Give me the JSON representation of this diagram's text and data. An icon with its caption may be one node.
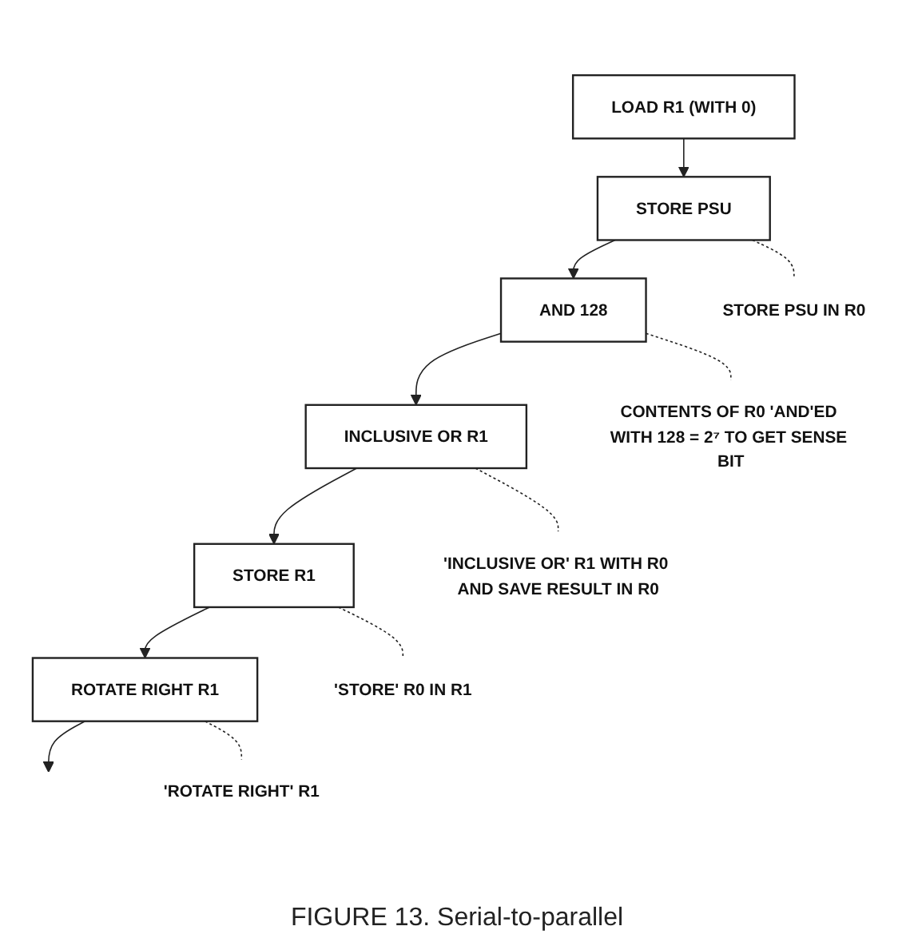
{
  "diagram": {
    "caption": "FIGURE 13. Serial-to-parallel",
    "nodes": [
      {
        "text": [
          "LOAD R1 (WITH 0)"
        ]
      },
      {
        "text": [
          "STORE PSU"
        ]
      },
      {
        "text": [
          "AND 128"
        ]
      },
      {
        "text": [
          "INCLUSIVE OR R1"
        ]
      },
      {
        "text": [
          "STORE R1"
        ]
      },
      {
        "text": [
          "ROTATE RIGHT R1"
        ]
      },
      {
        "text": [
          "STORE PSU IN R0"
        ]
      },
      {
        "text": [
          "CONTENTS OF R0 'AND'ED WITH 128 = 2⁷ TO GET SENSE BIT"
        ]
      },
      {
        "text": [
          "'INCLUSIVE OR' R1 WITH R0 AND SAVE RESULT IN R0"
        ]
      },
      {
        "text": [
          "'STORE' R0 IN R1"
        ]
      },
      {
        "text": [
          "'ROTATE RIGHT' R1"
        ]
      }
    ],
    "edges": [
      {
        "from": 0,
        "to": 1,
        "arrow": "to"
      },
      {
        "from": 1,
        "to": 2,
        "arrow": "to"
      },
      {
        "from": 2,
        "to": 3,
        "arrow": "to"
      },
      {
        "from": 3,
        "to": 4,
        "arrow": "to"
      },
      {
        "from": 4,
        "to": 5,
        "arrow": "to"
      },
      {
        "from": 5,
        "to": null,
        "arrow": "to"
      },
      {
        "from": 1,
        "to": 6,
        "arrow": "none",
        "style": "dashed"
      },
      {
        "from": 2,
        "to": 7,
        "arrow": "none",
        "style": "dashed"
      },
      {
        "from": 3,
        "to": 8,
        "arrow": "none",
        "style": "dashed"
      },
      {
        "from": 4,
        "to": 9,
        "arrow": "none",
        "style": "dashed"
      },
      {
        "from": 5,
        "to": 10,
        "arrow": "none",
        "style": "dashed"
      }
    ]
  }
}
